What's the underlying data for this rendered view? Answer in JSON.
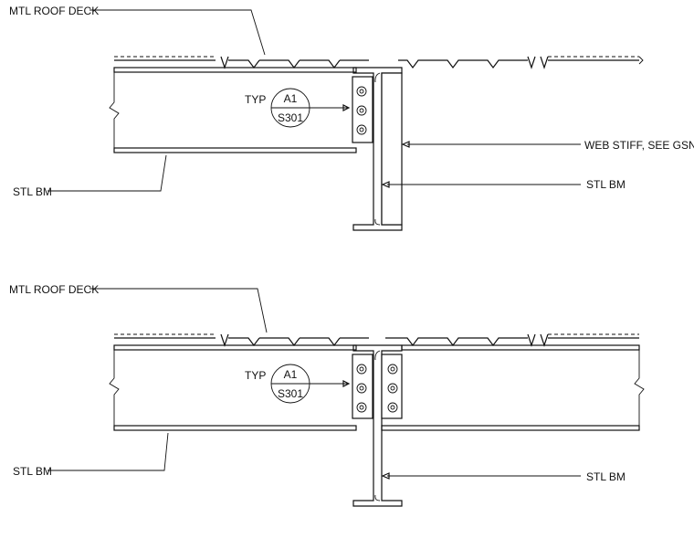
{
  "details": [
    {
      "deck_label": "MTL ROOF DECK",
      "beam_label": "STL BM",
      "stiffener_label": "WEB STIFF, SEE GSN",
      "girder_label": "STL BM",
      "callout_typ": "TYP",
      "callout_id": "A1",
      "callout_sheet": "S301"
    },
    {
      "deck_label": "MTL ROOF DECK",
      "beam_label": "STL BM",
      "girder_label": "STL BM",
      "callout_typ": "TYP",
      "callout_id": "A1",
      "callout_sheet": "S301"
    }
  ]
}
